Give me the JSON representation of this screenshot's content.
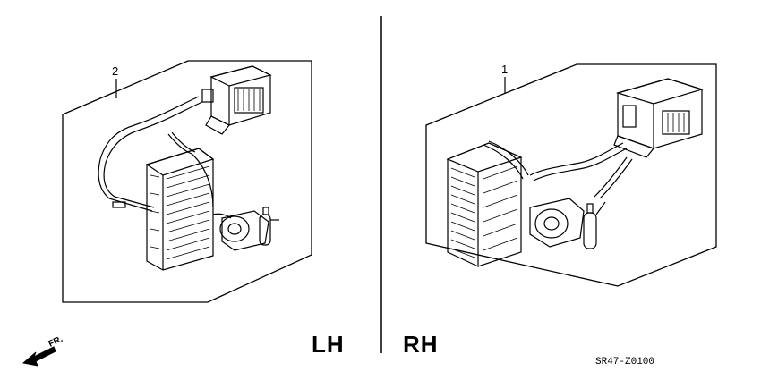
{
  "diagram": {
    "callouts": {
      "left_number": "2",
      "right_number": "1"
    },
    "side_labels": {
      "left": "LH",
      "right": "RH"
    },
    "direction_label": "FR.",
    "part_code": "SR47-Z0100"
  }
}
